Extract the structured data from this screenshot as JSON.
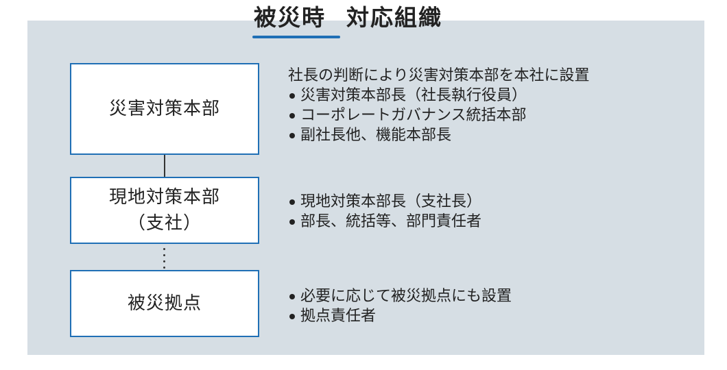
{
  "title": {
    "main": "被災時",
    "sub": "対応組織"
  },
  "colors": {
    "accent": "#1f6fb5",
    "panel": "#d6dee4",
    "text": "#222222"
  },
  "nodes": [
    {
      "line1": "災害対策本部",
      "line2": "",
      "description_head": "社長の判断により災害対策本部を本社に設置",
      "bullets": [
        "災害対策本部長（社長執行役員）",
        "コーポレートガバナンス統括本部",
        "副社長他、機能本部長"
      ]
    },
    {
      "line1": "現地対策本部",
      "line2": "（支社）",
      "description_head": "",
      "bullets": [
        "現地対策本部長（支社長）",
        "部長、統括等、部門責任者"
      ]
    },
    {
      "line1": "被災拠点",
      "line2": "",
      "description_head": "",
      "bullets": [
        "必要に応じて被災拠点にも設置",
        "拠点責任者"
      ]
    }
  ],
  "connectors": [
    {
      "from": "災害対策本部",
      "to": "現地対策本部",
      "style": "solid"
    },
    {
      "from": "現地対策本部",
      "to": "被災拠点",
      "style": "dotted"
    }
  ]
}
